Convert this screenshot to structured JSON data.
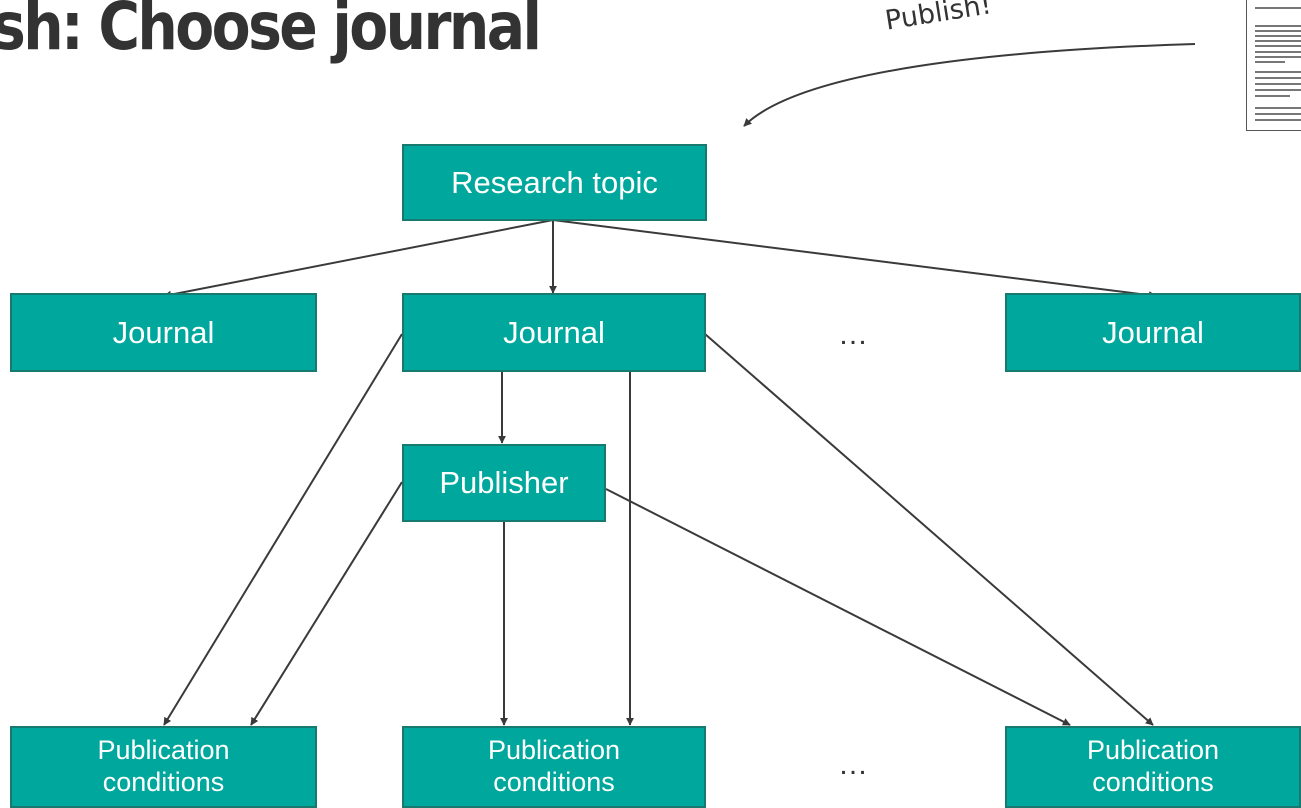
{
  "title": "sh: Choose journal",
  "annotation": "Publish!",
  "colors": {
    "box_fill": "#00A79D",
    "box_border": "#18796f",
    "line": "#3a3a3a",
    "text": "#333333"
  },
  "nodes": {
    "research_topic": "Research topic",
    "journal_left": "Journal",
    "journal_center": "Journal",
    "journal_ellipsis": "…",
    "journal_right": "Journal",
    "publisher": "Publisher",
    "conditions_left": [
      "Publication",
      "conditions"
    ],
    "conditions_center": [
      "Publication",
      "conditions"
    ],
    "conditions_ellipsis": "…",
    "conditions_right": [
      "Publication",
      "conditions"
    ]
  },
  "edges": [
    {
      "from": "research_topic",
      "to": "journal_left"
    },
    {
      "from": "research_topic",
      "to": "journal_center"
    },
    {
      "from": "research_topic",
      "to": "journal_right"
    },
    {
      "from": "journal_center",
      "to": "publisher"
    },
    {
      "from": "journal_center",
      "to": "conditions_left"
    },
    {
      "from": "journal_center",
      "to": "conditions_center"
    },
    {
      "from": "journal_center",
      "to": "conditions_right"
    },
    {
      "from": "publisher",
      "to": "conditions_left"
    },
    {
      "from": "publisher",
      "to": "conditions_center"
    },
    {
      "from": "publisher",
      "to": "conditions_right"
    }
  ],
  "icons": {
    "document": "document-icon",
    "curved_arrow": "curved-arrow-icon"
  }
}
